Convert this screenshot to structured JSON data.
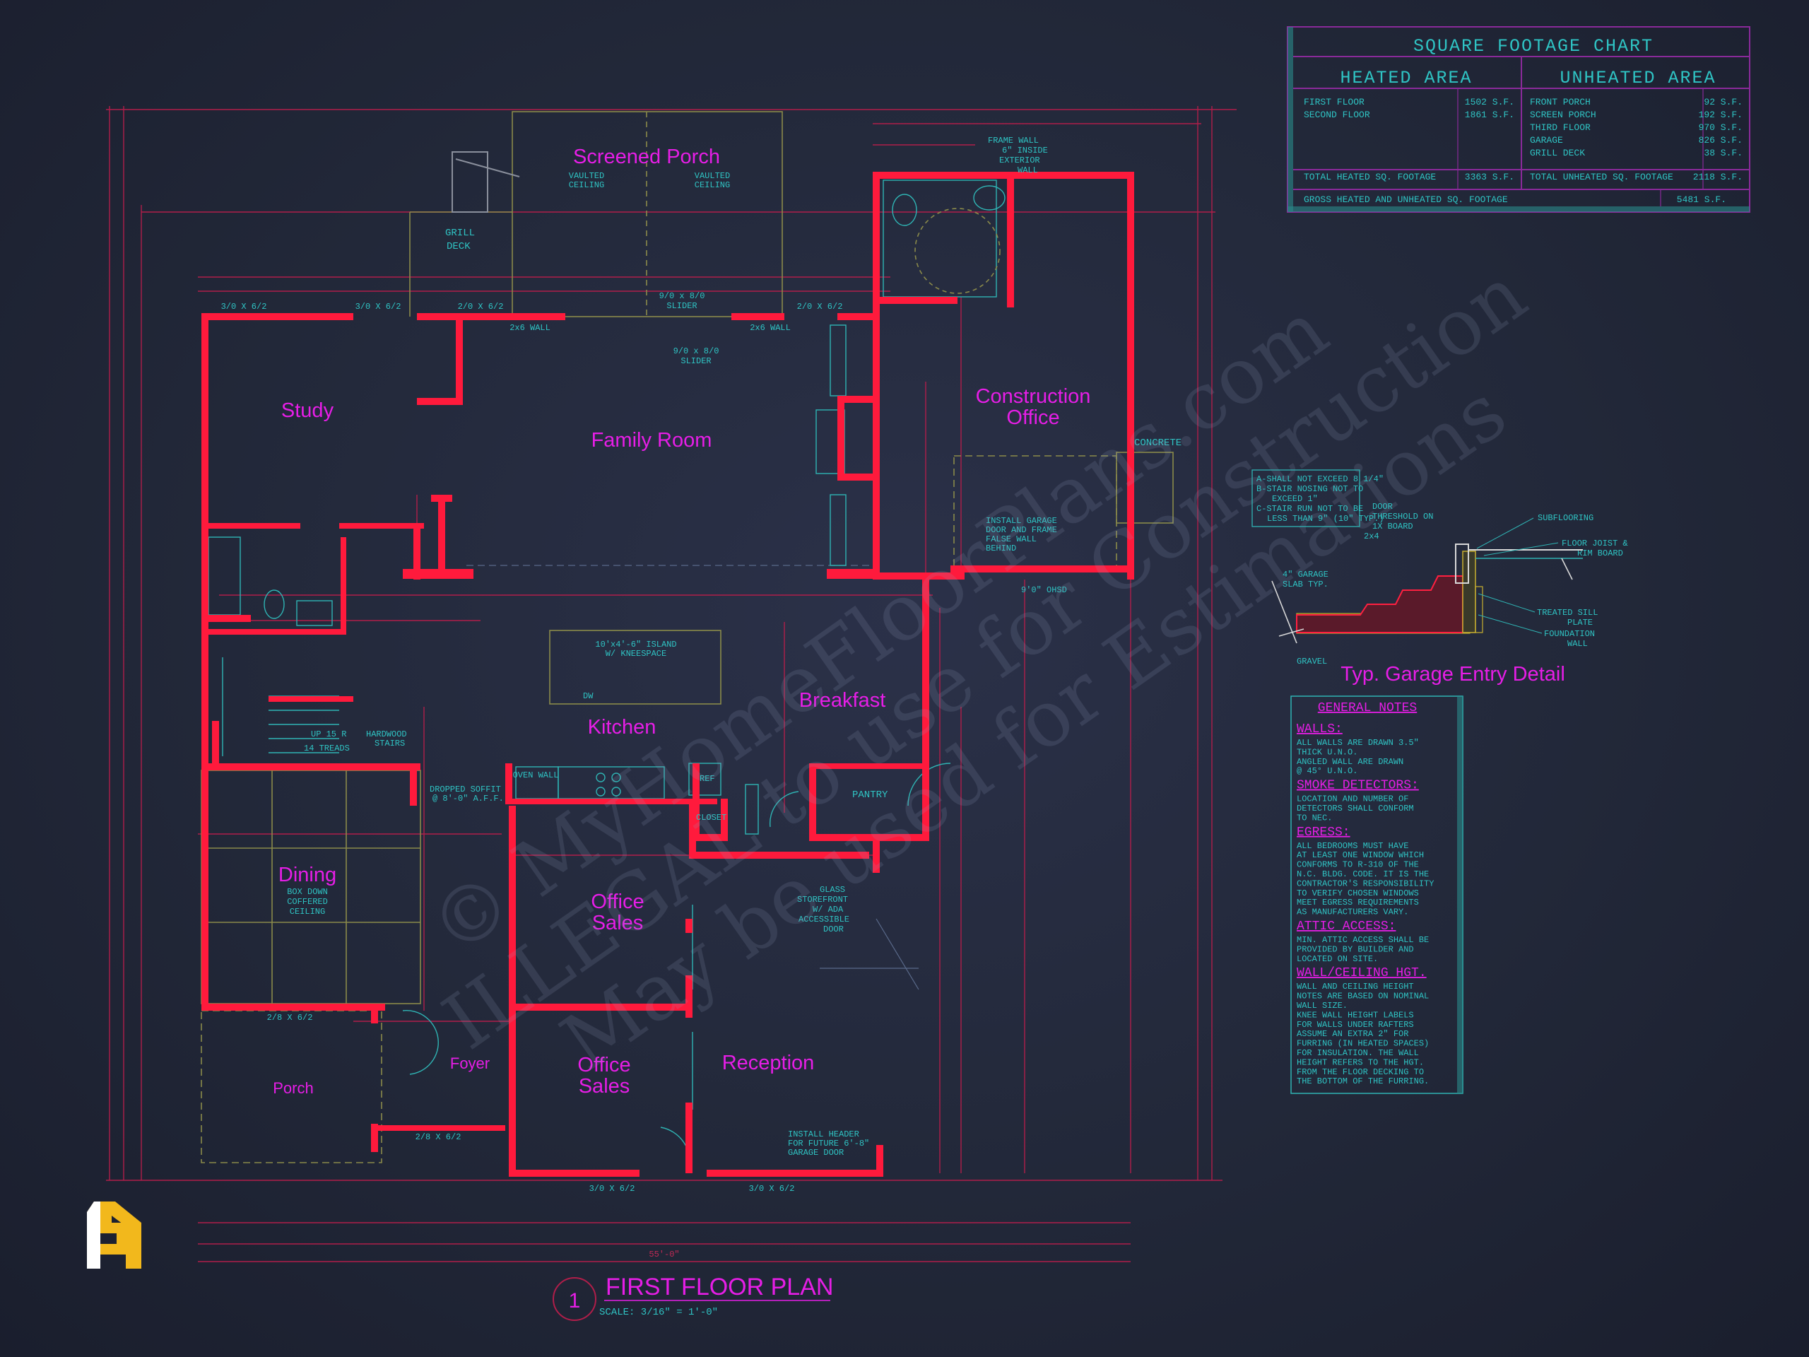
{
  "plan": {
    "title": "FIRST FLOOR PLAN",
    "number": "1",
    "scale": "SCALE: 3/16\" = 1'-0\""
  },
  "rooms": {
    "screened_porch": "Screened Porch",
    "study": "Study",
    "family_room": "Family Room",
    "construction_office_1": "Construction",
    "construction_office_2": "Office",
    "kitchen": "Kitchen",
    "breakfast": "Breakfast",
    "dining": "Dining",
    "office_sales_1a": "Office",
    "office_sales_1b": "Sales",
    "office_sales_2a": "Office",
    "office_sales_2b": "Sales",
    "reception": "Reception",
    "foyer": "Foyer",
    "porch": "Porch",
    "pantry": "PANTRY",
    "grill_deck_1": "GRILL",
    "grill_deck_2": "DECK"
  },
  "plan_notes": {
    "vaulted_l1": "VAULTED",
    "vaulted_l2": "CEILING",
    "slider_1": "9/0 x 8/0",
    "slider_1b": "SLIDER",
    "slider_2": "9/0 x 8/0",
    "slider_2b": "SLIDER",
    "wall_2x6_a": "2x6 WALL",
    "wall_2x6_b": "2x6 WALL",
    "w_3060_a": "3/0 X 6/2",
    "w_3060_b": "3/0 X 6/2",
    "w_2062_a": "2/0 X 6/2",
    "w_2062_b": "2/0 X 6/2",
    "frame_wall_1": "FRAME WALL",
    "frame_wall_2": "6\" INSIDE",
    "frame_wall_3": "EXTERIOR",
    "frame_wall_4": "WALL",
    "concrete": "CONCRETE",
    "garage_door_1": "INSTALL GARAGE",
    "garage_door_2": "DOOR AND FRAME",
    "garage_door_3": "FALSE WALL",
    "garage_door_4": "BEHIND",
    "ohsd": "9'0\" OHSD",
    "island_1": "10'x4'-6\" ISLAND",
    "island_2": "W/ KNEESPACE",
    "dw": "DW",
    "oven_wall": "OVEN WALL",
    "ref": "REF",
    "closet": "CLOSET",
    "hardwood_1": "HARDWOOD",
    "hardwood_2": "STAIRS",
    "up_treads_1": "UP 15 R",
    "up_treads_2": "14 TREADS",
    "soffit_1": "DROPPED SOFFIT",
    "soffit_2": "@ 8'-0\" A.F.F.",
    "box_down_1": "BOX DOWN",
    "box_down_2": "COFFERED",
    "box_down_3": "CEILING",
    "glass_1": "GLASS",
    "glass_2": "STOREFRONT",
    "glass_3": "W/ ADA",
    "glass_4": "ACCESSIBLE",
    "glass_5": "DOOR",
    "header_1": "INSTALL HEADER",
    "header_2": "FOR FUTURE 6'-8\"",
    "header_3": "GARAGE DOOR",
    "w_3062_c": "3/0 X 6/2",
    "w_3062_d": "3/0 X 6/2",
    "w_2862": "2/8 X 6/2",
    "w_2862_b": "2/8 X 6/2",
    "dim_total": "55'-0\""
  },
  "sqft_chart": {
    "title": "SQUARE FOOTAGE CHART",
    "heated_header": "HEATED AREA",
    "unheated_header": "UNHEATED AREA",
    "heated_rows": [
      {
        "label": "FIRST FLOOR",
        "value": "1502 S.F."
      },
      {
        "label": "SECOND FLOOR",
        "value": "1861 S.F."
      }
    ],
    "unheated_rows": [
      {
        "label": "FRONT PORCH",
        "value": "92 S.F."
      },
      {
        "label": "SCREEN PORCH",
        "value": "192 S.F."
      },
      {
        "label": "THIRD FLOOR",
        "value": "970 S.F."
      },
      {
        "label": "GARAGE",
        "value": "826 S.F."
      },
      {
        "label": "GRILL DECK",
        "value": "38 S.F."
      }
    ],
    "total_heated_label": "TOTAL HEATED SQ. FOOTAGE",
    "total_heated_value": "3363 S.F.",
    "total_unheated_label": "TOTAL UNHEATED SQ. FOOTAGE",
    "total_unheated_value": "2118 S.F.",
    "gross_label": "GROSS HEATED AND UNHEATED SQ. FOOTAGE",
    "gross_value": "5481 S.F."
  },
  "garage_detail": {
    "title": "Typ. Garage Entry Detail",
    "stair_note_1": "A-SHALL NOT EXCEED 8 1/4\"",
    "stair_note_2": "B-STAIR NOSING NOT TO",
    "stair_note_3": "EXCEED 1\"",
    "stair_note_4": "C-STAIR RUN NOT TO BE",
    "stair_note_5": "LESS THAN 9\" (10\" TYP.)",
    "door_threshold_1": "DOOR",
    "door_threshold_2": "THRESHOLD ON",
    "door_threshold_3": "1X BOARD",
    "subflooring": "SUBFLOORING",
    "floor_joist_1": "FLOOR JOIST &",
    "floor_joist_2": "RIM BOARD",
    "two_x_four": "2x4",
    "slab_1": "4\" GARAGE",
    "slab_2": "SLAB TYP.",
    "sill_1": "TREATED SILL",
    "sill_2": "PLATE",
    "foundation_1": "FOUNDATION",
    "foundation_2": "WALL",
    "gravel": "GRAVEL"
  },
  "general_notes": {
    "title": "GENERAL NOTES",
    "sections": [
      {
        "heading": "WALLS:",
        "lines": [
          "ALL WALLS ARE DRAWN 3.5\"",
          "THICK U.N.O.",
          "ANGLED WALL ARE DRAWN",
          "@ 45° U.N.O."
        ]
      },
      {
        "heading": "SMOKE DETECTORS:",
        "lines": [
          "LOCATION AND NUMBER OF",
          "DETECTORS SHALL CONFORM",
          "TO NEC."
        ]
      },
      {
        "heading": "EGRESS:",
        "lines": [
          "ALL BEDROOMS MUST HAVE",
          "AT LEAST ONE WINDOW WHICH",
          "CONFORMS TO R-310 OF THE",
          "N.C. BLDG. CODE. IT IS THE",
          "CONTRACTOR'S RESPONSIBILITY",
          "TO VERIFY CHOSEN WINDOWS",
          "MEET EGRESS REQUIREMENTS",
          "AS MANUFACTURERS VARY."
        ]
      },
      {
        "heading": "ATTIC ACCESS:",
        "lines": [
          "MIN. ATTIC ACCESS SHALL BE",
          "PROVIDED BY BUILDER AND",
          "LOCATED ON SITE."
        ]
      },
      {
        "heading": "WALL/CEILING HGT.",
        "lines": [
          "WALL AND CEILING HEIGHT",
          "NOTES ARE BASED ON NOMINAL",
          "WALL SIZE.",
          "KNEE WALL HEIGHT LABELS",
          "FOR WALLS UNDER RAFTERS",
          "ASSUME AN EXTRA 2\" FOR",
          "FURRING (IN HEATED SPACES)",
          "FOR INSULATION. THE WALL",
          "HEIGHT REFERS TO THE HGT.",
          "FROM THE FLOOR DECKING TO",
          "THE BOTTOM OF THE FURRING."
        ]
      }
    ]
  },
  "watermark": {
    "line1": "© MyHomeFloorPlans.com",
    "line2": "ILLEGAL to use for Construction",
    "line3": "May be used for Estimations"
  },
  "colors": {
    "background": "#1f2436",
    "wall": "#ff1a3c",
    "label": "#e61ee6",
    "cad": "#2fc4c4",
    "dimension": "#b01e4a",
    "logo": "#f2b81c"
  },
  "icons": {
    "logo": "house-logo-icon"
  }
}
